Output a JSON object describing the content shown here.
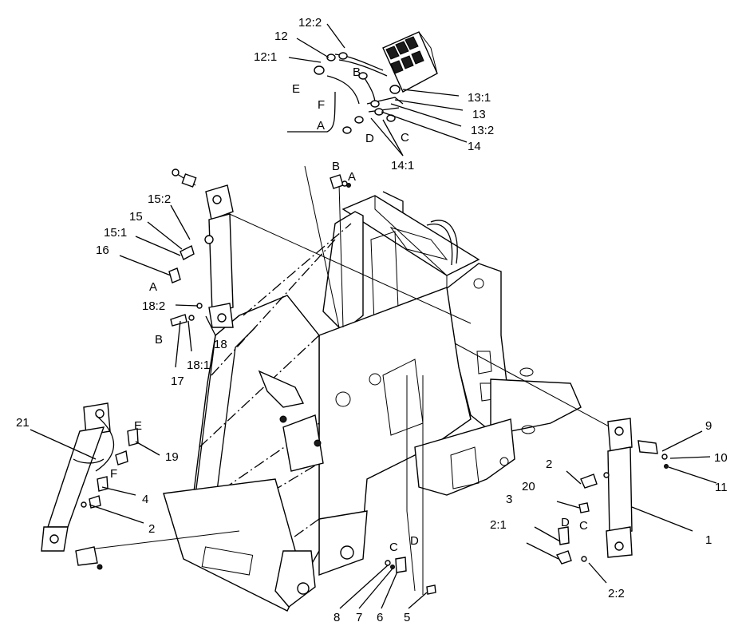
{
  "callouts": {
    "c12_2": "12:2",
    "c12": "12",
    "c12_1": "12:1",
    "cE_top": "E",
    "cB_top": "B",
    "cF_top": "F",
    "c13_1": "13:1",
    "c13": "13",
    "c13_2": "13:2",
    "cA_top": "A",
    "cD_top": "D",
    "cC_top": "C",
    "c14": "14",
    "c14_1": "14:1",
    "cB_mid": "B",
    "cA_mid": "A",
    "c15_2": "15:2",
    "c15": "15",
    "c15_1": "15:1",
    "c16": "16",
    "cA_left": "A",
    "c18_2": "18:2",
    "cB_left": "B",
    "c18": "18",
    "c18_1": "18:1",
    "c17": "17",
    "c21": "21",
    "cE_low": "E",
    "c19": "19",
    "cF_low": "F",
    "c4": "4",
    "c2_left": "2",
    "c9": "9",
    "c10": "10",
    "c11": "11",
    "c1": "1",
    "c2_right": "2",
    "c20": "20",
    "cC_right": "C",
    "c3": "3",
    "cD_right": "D",
    "c2_1": "2:1",
    "c2_2": "2:2",
    "cC_bot": "C",
    "cD_bot": "D",
    "c8": "8",
    "c7": "7",
    "c6": "6",
    "c5": "5"
  }
}
